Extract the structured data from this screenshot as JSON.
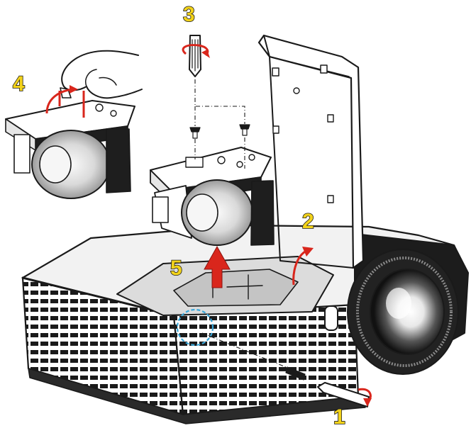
{
  "diagram": {
    "steps": [
      {
        "label": "1"
      },
      {
        "label": "2"
      },
      {
        "label": "3"
      },
      {
        "label": "4"
      },
      {
        "label": "5"
      }
    ],
    "colors": {
      "step_number_fill": "#f2d21a",
      "arrow": "#d9261c",
      "highlight_circle": "#3aa7d9",
      "outline": "#1a1a1a"
    },
    "icons": [
      "hand-icon",
      "screwdriver-icon",
      "screw-icon",
      "rotate-arrow-icon",
      "up-arrow-icon",
      "lamp-module-icon",
      "projector-icon"
    ]
  }
}
